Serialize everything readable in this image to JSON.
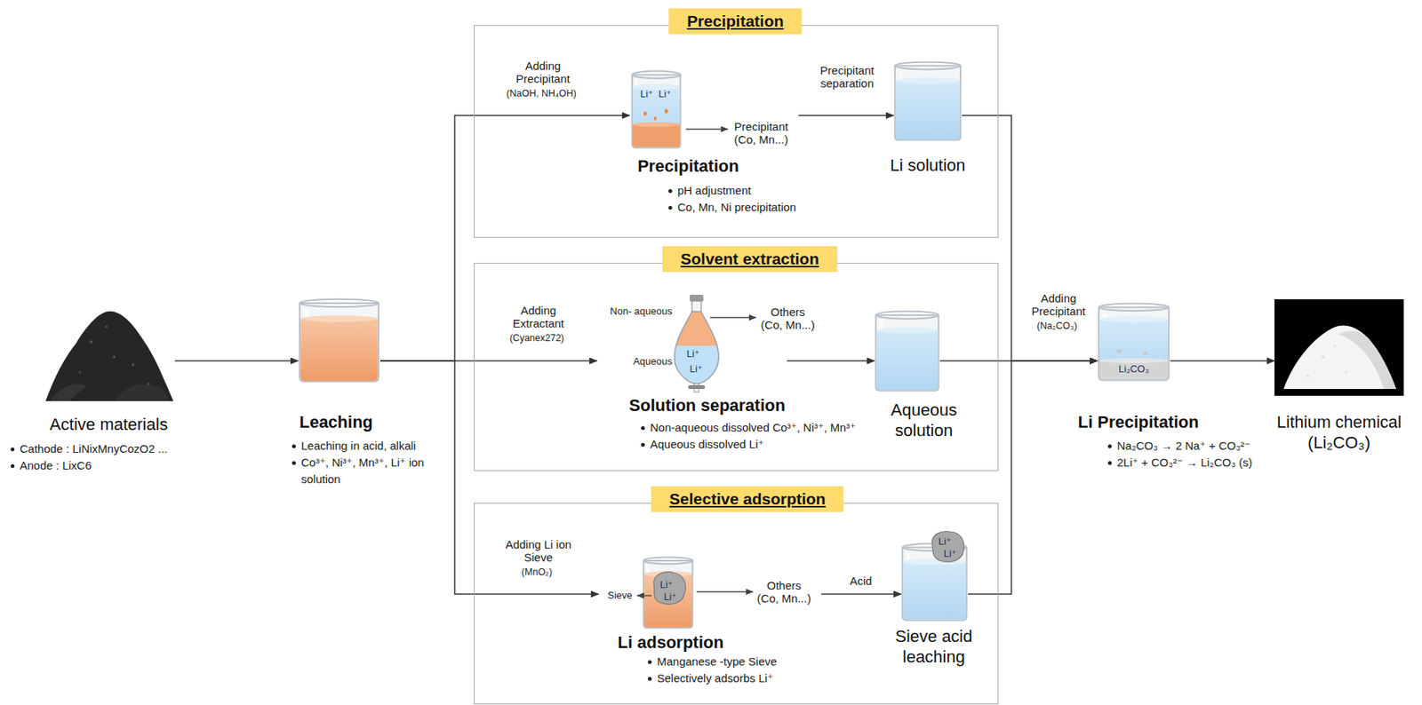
{
  "diagram": {
    "nodes": [
      {
        "text": [
          "Active materials",
          "Cathode : LiNixMnyCozO2 ...",
          "Anode : LixC6"
        ]
      },
      {
        "text": [
          "Leaching",
          "Leaching in acid, alkali",
          "Co³⁺, Ni³⁺, Mn³⁺, Li⁺ ion solution"
        ]
      },
      {
        "text": [
          "Precipitation"
        ]
      },
      {
        "text": [
          "Li⁺",
          "Li⁺",
          "Precipitation",
          "pH adjustment",
          "Co, Mn, Ni precipitation"
        ],
        "in": 2
      },
      {
        "text": [
          "Li solution"
        ],
        "in": 2
      },
      {
        "text": [
          "Solvent extraction"
        ]
      },
      {
        "text": [
          "Non- aqueous",
          "Aqueous",
          "Li⁺",
          "Li⁺",
          "Solution separation",
          "Non-aqueous dissolved Co³⁺, Ni³⁺, Mn³⁺",
          "Aqueous dissolved Li⁺"
        ],
        "in": 5
      },
      {
        "text": [
          "Aqueous solution"
        ],
        "in": 5
      },
      {
        "text": [
          "Selective adsorption"
        ]
      },
      {
        "text": [
          "Sieve",
          "Li⁺",
          "Li⁺",
          "Li adsorption",
          "Manganese -type Sieve",
          "Selectively adsorbs Li⁺"
        ],
        "in": 8
      },
      {
        "text": [
          "Li⁺",
          "Li⁺",
          "Sieve acid leaching"
        ],
        "in": 8
      },
      {
        "text": [
          "Li₂CO₃",
          "Li Precipitation",
          "Na₂CO₃ → 2 Na⁺ + CO₃²⁻",
          "2Li⁺ + CO₃²⁻ → Li₂CO₃ (s)"
        ]
      },
      {
        "text": [
          "Lithium chemical (Li₂CO₃)"
        ]
      }
    ],
    "edges": [
      {
        "from": 0,
        "to": 1,
        "arrow": "to"
      },
      {
        "from": 1,
        "to": 3,
        "label": "Adding Precipitant",
        "arrow": "to"
      },
      {
        "from": 1,
        "to": 6,
        "label": "Adding Extractant",
        "arrow": "to"
      },
      {
        "from": 1,
        "to": 9,
        "label": "Adding Li ion Sieve",
        "arrow": "to"
      },
      {
        "from": 3,
        "to": 4,
        "label": "Precipitant separation",
        "arrow": "to"
      },
      {
        "from": 6,
        "to": 7,
        "arrow": "to"
      },
      {
        "from": 9,
        "to": 10,
        "label": "Acid",
        "arrow": "to"
      },
      {
        "from": 4,
        "to": 11,
        "arrow": "to"
      },
      {
        "from": 7,
        "to": 11,
        "label": "Adding Precipitant",
        "arrow": "to"
      },
      {
        "from": 10,
        "to": 11,
        "arrow": "to"
      },
      {
        "from": 11,
        "to": 12,
        "arrow": "to"
      }
    ],
    "labels": [
      "(NaOH, NH₄OH)",
      "Precipitant (Co, Mn...)",
      "(Cyanex272)",
      "Others (Co, Mn...)",
      "(MnO₂)",
      "Others (Co, Mn...)",
      "(Na₂CO₃)"
    ]
  }
}
